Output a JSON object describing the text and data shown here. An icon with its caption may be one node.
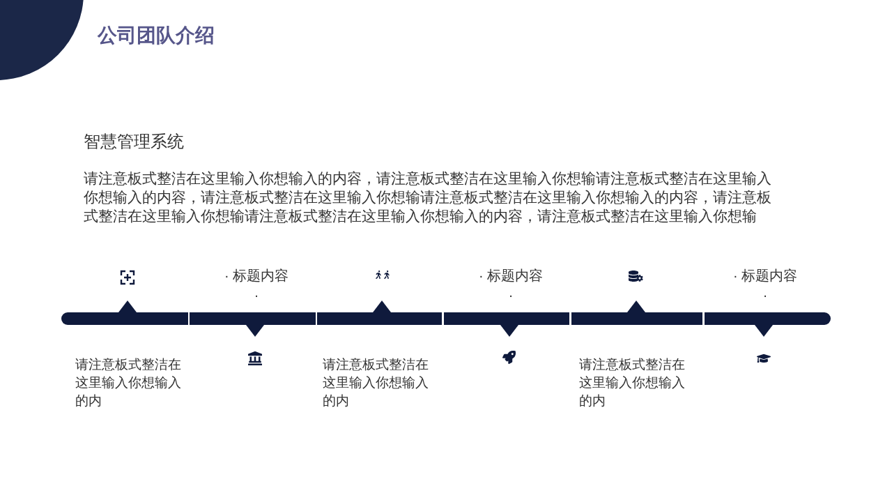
{
  "diagram": {
    "title": "公司团队介绍",
    "labels": [
      "智慧管理系统",
      "请注意板式整洁在这里输入你想输入的内容，请注意板式整洁在这里输入你想输请注意板式整洁在这里输入你想输入的内容，请注意板式整洁在这里输入你想输请注意板式整洁在这里输入你想输入的内容，请注意板式整洁在这里输入你想输请注意板式整洁在这里输入你想输入的内容，请注意板式整洁在这里输入你想输",
      "· 标题内容 ·",
      "· 标题内容 ·",
      "· 标题内容 ·",
      "请注意板式整洁在这里输入你想输入的内",
      "请注意板式整洁在这里输入你想输入的内",
      "请注意板式整洁在这里输入你想输入的内"
    ]
  }
}
